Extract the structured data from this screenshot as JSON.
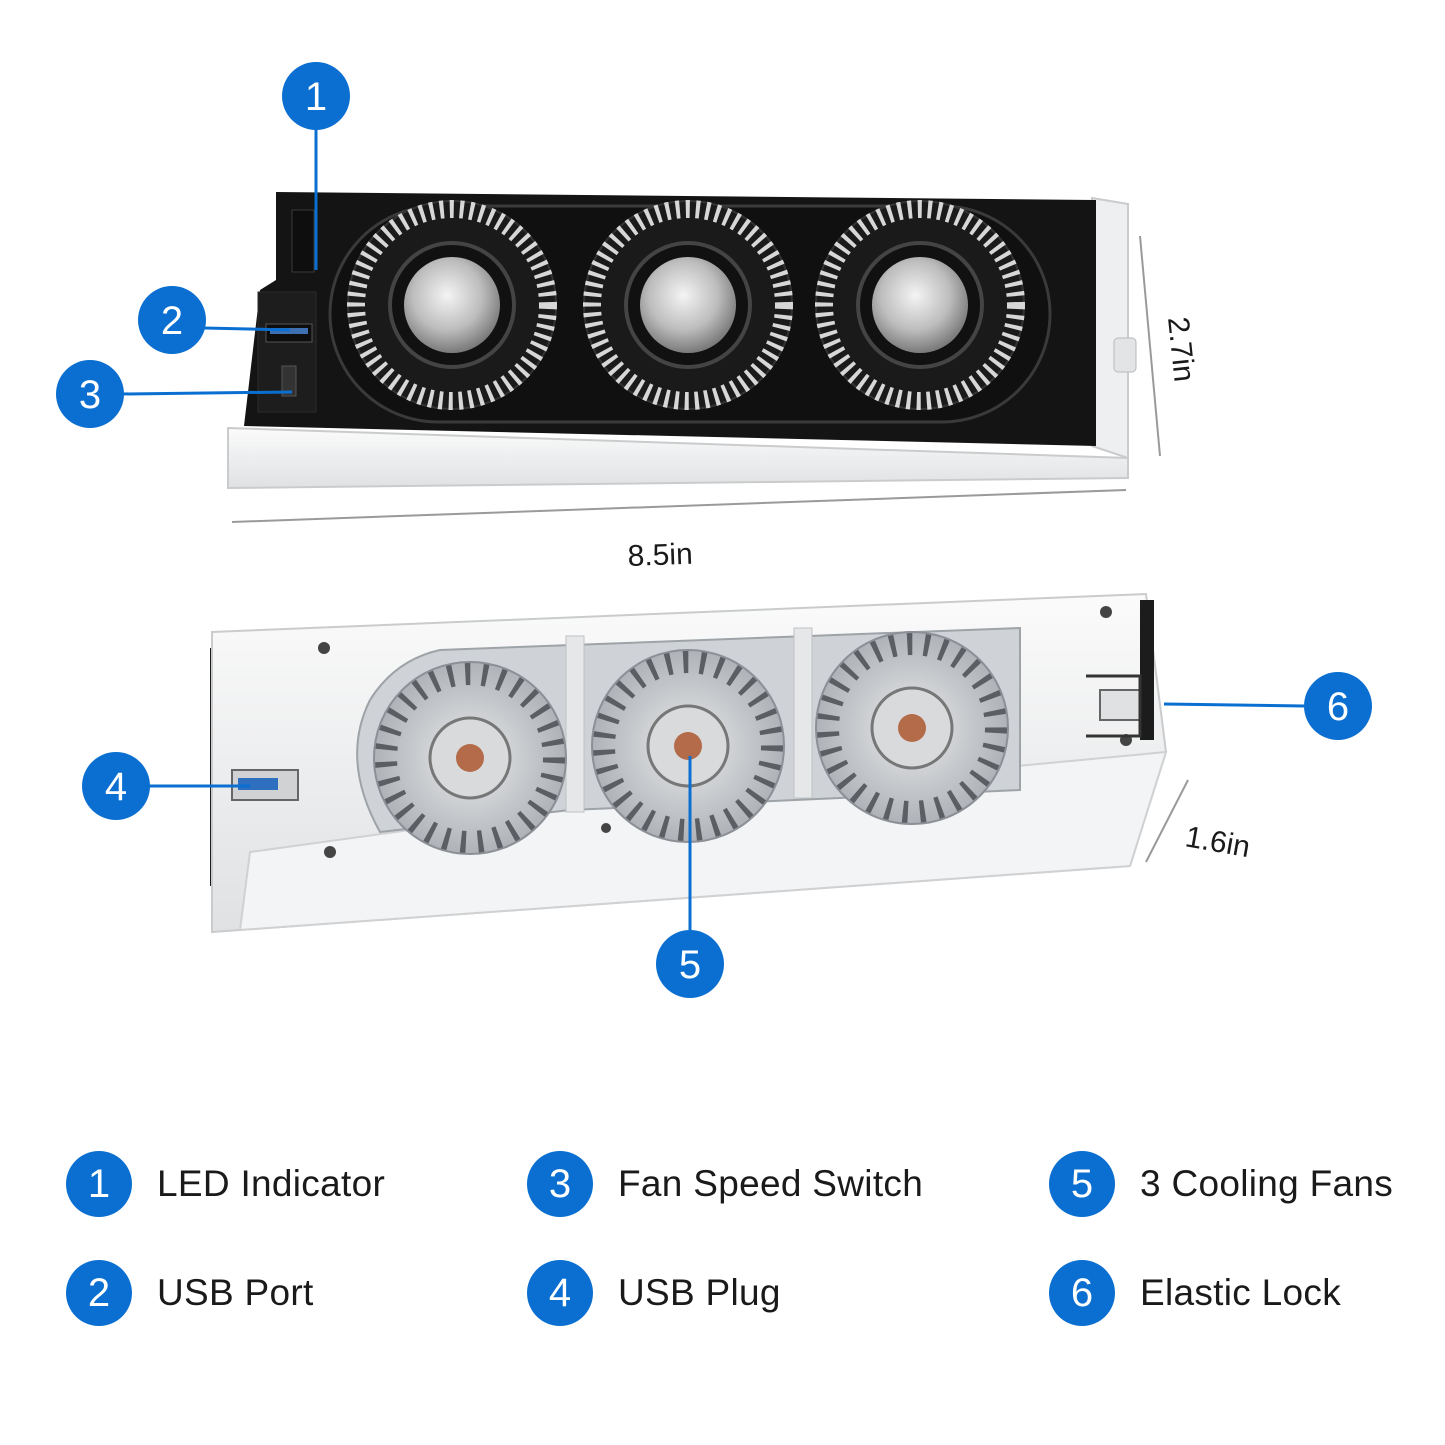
{
  "colors": {
    "accent": "#0a6fd1",
    "device_black": "#141414",
    "device_white": "#f2f3f4"
  },
  "dimensions": {
    "width_label": "8.5in",
    "height_label": "2.7in",
    "depth_label": "1.6in"
  },
  "callouts": [
    {
      "number": "1",
      "icon": "led-indicator"
    },
    {
      "number": "2",
      "icon": "usb-port"
    },
    {
      "number": "3",
      "icon": "fan-speed-switch"
    },
    {
      "number": "4",
      "icon": "usb-plug"
    },
    {
      "number": "5",
      "icon": "cooling-fans"
    },
    {
      "number": "6",
      "icon": "elastic-lock"
    }
  ],
  "legend": [
    {
      "number": "1",
      "label": "LED Indicator"
    },
    {
      "number": "2",
      "label": "USB Port"
    },
    {
      "number": "3",
      "label": "Fan Speed Switch"
    },
    {
      "number": "4",
      "label": "USB Plug"
    },
    {
      "number": "5",
      "label": "3 Cooling Fans"
    },
    {
      "number": "6",
      "label": "Elastic Lock"
    }
  ]
}
